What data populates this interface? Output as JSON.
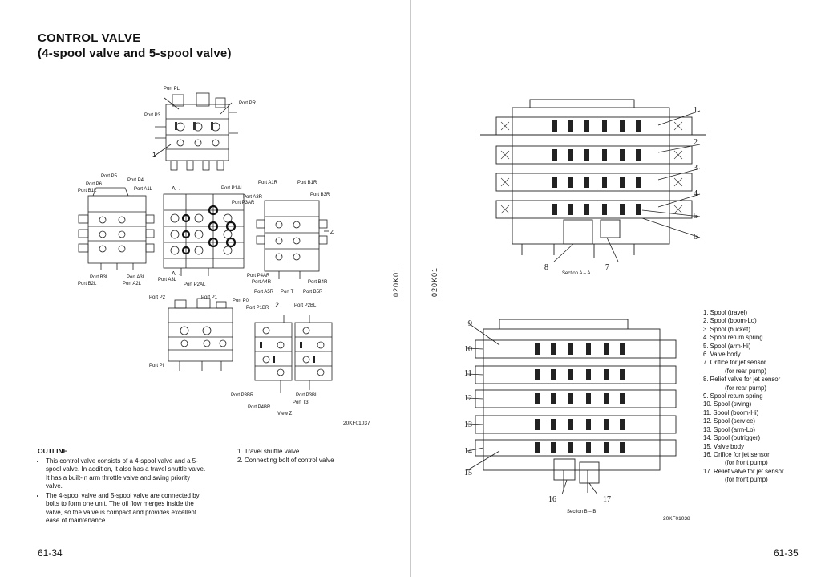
{
  "left_page": {
    "title_line1": "CONTROL VALVE",
    "title_line2": "(4-spool valve and 5-spool valve)",
    "vertical_code": "020K01",
    "figure_code": "20KF01037",
    "labels": {
      "port_pl": "Port PL",
      "port_pr": "Port PR",
      "port_p3": "Port P3",
      "one": "1",
      "port_p5": "Port P5",
      "port_p4": "Port P4",
      "port_p6": "Port P6",
      "port_b1l": "Port B1L",
      "port_a1l": "Port A1L",
      "port_b3l": "Port B3L",
      "port_a3l_left": "Port A3L",
      "port_b2l": "Port B2L",
      "port_a2l_left": "Port A2L",
      "port_a3l_mid": "Port A3L",
      "port_p2al": "Port P2AL",
      "port_p1al": "Port P1AL",
      "port_a3r": "Port A3R",
      "port_p3ar": "Port P3AR",
      "port_p4ar": "Port P4AR",
      "port_a1r": "Port A1R",
      "port_b1r": "Port B1R",
      "port_b3r": "Port B3R",
      "port_a4r": "Port A4R",
      "port_b4r": "Port B4R",
      "port_a5r": "Port A5R",
      "port_t": "Port T",
      "port_b5r": "Port B5R",
      "port_p2": "Port P2",
      "port_p1": "Port P1",
      "port_p0": "Port P0",
      "port_p1br": "Port P1BR",
      "two": "2",
      "port_p2bl": "Port P2BL",
      "port_pi": "Port Pi",
      "port_p3br": "Port P3BR",
      "port_p3bl": "Port P3BL",
      "port_t3": "Port T3",
      "port_p4br": "Port P4BR",
      "view_z": "View Z",
      "z": "Z"
    },
    "outline": {
      "heading": "OUTLINE",
      "bullet1_a": "This control valve consists of a 4-spool valve and a 5-spool valve. In addition, it also has a travel shuttle valve.",
      "bullet1_b": "It has a built-in arm throttle valve and swing priority valve.",
      "bullet2": "The 4-spool valve and 5-spool valve are connected by bolts to form one unit. The oil flow merges inside the valve, so the valve is compact and provides excellent ease of maintenance."
    },
    "notes": [
      "1.   Travel shuttle valve",
      "2.   Connecting bolt of control valve"
    ],
    "page_number": "61-34"
  },
  "right_page": {
    "vertical_code": "020K01",
    "section_aa": "Section A – A",
    "section_bb": "Section B – B",
    "figure_code": "20KF01038",
    "page_number": "61-35",
    "callouts_top": [
      "1",
      "2",
      "3",
      "4",
      "5",
      "6",
      "7",
      "8"
    ],
    "callouts_bottom": [
      "9",
      "10",
      "11",
      "12",
      "13",
      "14",
      "15",
      "16",
      "17"
    ],
    "legend": [
      "1. Spool (travel)",
      "2. Spool (boom-Lo)",
      "3. Spool (bucket)",
      "4. Spool return spring",
      "5. Spool (arm-Hi)",
      "6. Valve body",
      "7. Orifice for jet sensor",
      "(for rear pump)",
      "8. Relief valve for jet sensor",
      "(for rear pump)",
      "9. Spool return spring",
      "10. Spool (swing)",
      "11. Spool (boom-Hi)",
      "12. Spool (service)",
      "13. Spool (arm-Lo)",
      "14. Spool (outrigger)",
      "15. Valve body",
      "16. Orifice for jet sensor",
      "(for front pump)",
      "17. Relief valve for jet sensor",
      "(for front pump)"
    ]
  }
}
